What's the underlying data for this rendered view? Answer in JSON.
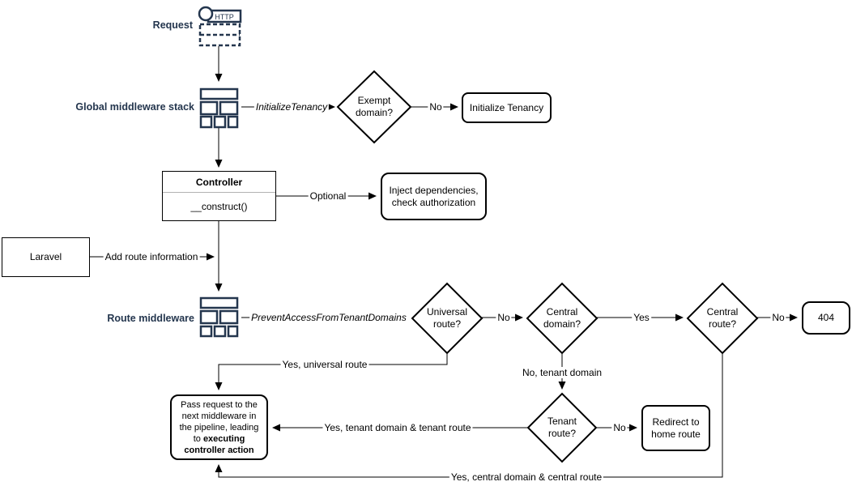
{
  "diagram": {
    "title_hint": "Laravel tenancy request lifecycle flowchart",
    "colors": {
      "accent_navy": "#24364e",
      "line": "#000000",
      "background": "#ffffff"
    },
    "nodes": {
      "request_label": "Request",
      "http_icon_text": "HTTP",
      "global_middleware_label": "Global middleware stack",
      "exempt_domain": "Exempt\ndomain?",
      "initialize_tenancy": "Initialize Tenancy",
      "controller_title": "Controller",
      "controller_method": "__construct()",
      "inject_dependencies": "Inject dependencies, check authorization",
      "laravel": "Laravel",
      "route_middleware_label": "Route middleware",
      "universal_route": "Universal\nroute?",
      "central_domain": "Central\ndomain?",
      "central_route": "Central\nroute?",
      "not_found": "404",
      "tenant_route": "Tenant\nroute?",
      "redirect_home": "Redirect to home route",
      "pass_request": {
        "normal": "Pass request to the next middleware in the pipeline, leading to ",
        "bold": "executing controller action"
      }
    },
    "edges": {
      "initialize_tenancy_middleware": "InitializeTenancy",
      "exempt_no": "No",
      "optional": "Optional",
      "add_route_information": "Add route information",
      "prevent_access_middleware": "PreventAccessFromTenantDomains",
      "universal_no": "No",
      "central_domain_yes": "Yes",
      "central_route_no": "No",
      "universal_yes": "Yes, universal route",
      "no_tenant_domain": "No, tenant domain",
      "tenant_no": "No",
      "tenant_yes": "Yes, tenant domain & tenant route",
      "central_yes": "Yes, central domain & central route"
    }
  }
}
